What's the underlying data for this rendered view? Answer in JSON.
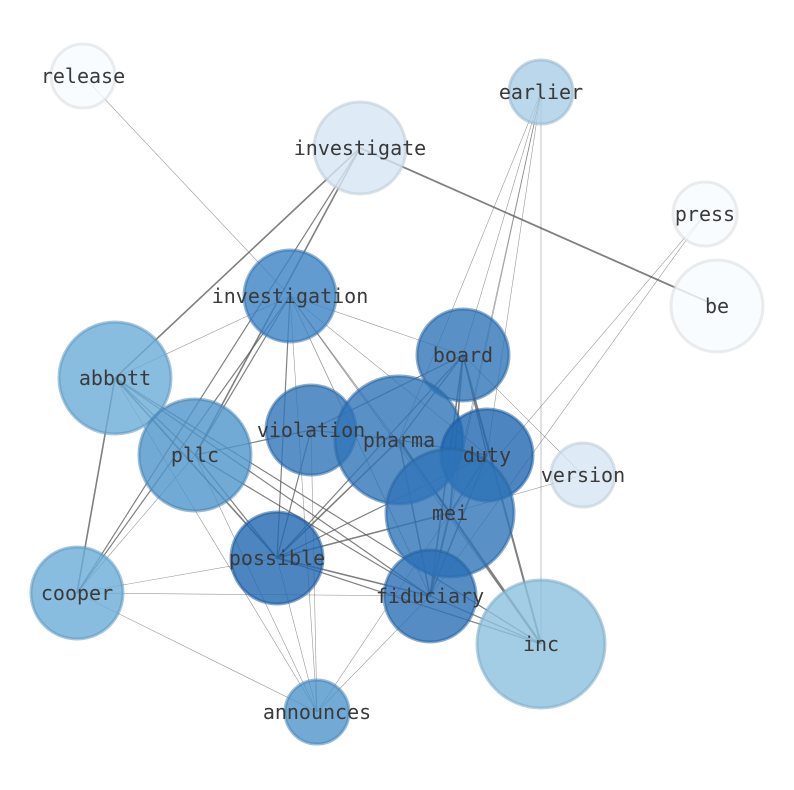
{
  "chart_data": {
    "type": "network",
    "nodes": [
      {
        "id": "release",
        "label": "release",
        "weight": 0.05,
        "color": "#f7fbff"
      },
      {
        "id": "earlier",
        "label": "earlier",
        "weight": 0.15,
        "color": "#a9cde6"
      },
      {
        "id": "investigate",
        "label": "investigate",
        "weight": 0.22,
        "color": "#d6e5f4"
      },
      {
        "id": "press",
        "label": "press",
        "weight": 0.04,
        "color": "#f7fbff"
      },
      {
        "id": "be",
        "label": "be",
        "weight": 0.03,
        "color": "#f7fbff"
      },
      {
        "id": "investigation",
        "label": "investigation",
        "weight": 0.8,
        "color": "#3a82c4"
      },
      {
        "id": "abbott",
        "label": "abbott",
        "weight": 0.5,
        "color": "#6aacd7"
      },
      {
        "id": "board",
        "label": "board",
        "weight": 0.85,
        "color": "#2f74b8"
      },
      {
        "id": "violation",
        "label": "violation",
        "weight": 0.85,
        "color": "#2f74b8"
      },
      {
        "id": "pharma",
        "label": "pharma",
        "weight": 0.9,
        "color": "#2f74b8"
      },
      {
        "id": "pllc",
        "label": "pllc",
        "weight": 0.65,
        "color": "#4e95cb"
      },
      {
        "id": "duty",
        "label": "duty",
        "weight": 0.95,
        "color": "#1f66b0"
      },
      {
        "id": "version",
        "label": "version",
        "weight": 0.18,
        "color": "#d6e5f4"
      },
      {
        "id": "mei",
        "label": "mei",
        "weight": 0.9,
        "color": "#2f74b8"
      },
      {
        "id": "possible",
        "label": "possible",
        "weight": 0.95,
        "color": "#1f66b0"
      },
      {
        "id": "cooper",
        "label": "cooper",
        "weight": 0.5,
        "color": "#6aacd7"
      },
      {
        "id": "fiduciary",
        "label": "fiduciary",
        "weight": 0.92,
        "color": "#2a6fb5"
      },
      {
        "id": "inc",
        "label": "inc",
        "weight": 0.4,
        "color": "#8cc0df"
      },
      {
        "id": "announces",
        "label": "announces",
        "weight": 0.65,
        "color": "#4e95cb"
      }
    ],
    "edges": [
      {
        "source": "release",
        "target": "investigation",
        "weight": 0.6
      },
      {
        "source": "investigate",
        "target": "be",
        "weight": 1.8
      },
      {
        "source": "investigate",
        "target": "abbott",
        "weight": 1.6
      },
      {
        "source": "investigate",
        "target": "pllc",
        "weight": 1.6
      },
      {
        "source": "investigate",
        "target": "cooper",
        "weight": 1.2
      },
      {
        "source": "earlier",
        "target": "board",
        "weight": 0.6
      },
      {
        "source": "earlier",
        "target": "mei",
        "weight": 0.6
      },
      {
        "source": "earlier",
        "target": "fiduciary",
        "weight": 0.6
      },
      {
        "source": "earlier",
        "target": "duty",
        "weight": 0.6
      },
      {
        "source": "earlier",
        "target": "inc",
        "weight": 0.6
      },
      {
        "source": "earlier",
        "target": "pharma",
        "weight": 0.6
      },
      {
        "source": "press",
        "target": "mei",
        "weight": 0.6
      },
      {
        "source": "press",
        "target": "fiduciary",
        "weight": 0.6
      },
      {
        "source": "investigation",
        "target": "abbott",
        "weight": 0.6
      },
      {
        "source": "investigation",
        "target": "board",
        "weight": 0.6
      },
      {
        "source": "investigation",
        "target": "pllc",
        "weight": 1.2
      },
      {
        "source": "investigation",
        "target": "cooper",
        "weight": 1.2
      },
      {
        "source": "investigation",
        "target": "possible",
        "weight": 1.2
      },
      {
        "source": "investigation",
        "target": "fiduciary",
        "weight": 0.8
      },
      {
        "source": "investigation",
        "target": "inc",
        "weight": 0.8
      },
      {
        "source": "investigation",
        "target": "announces",
        "weight": 0.6
      },
      {
        "source": "investigation",
        "target": "mei",
        "weight": 0.8
      },
      {
        "source": "investigation",
        "target": "duty",
        "weight": 0.6
      },
      {
        "source": "abbott",
        "target": "cooper",
        "weight": 1.6
      },
      {
        "source": "abbott",
        "target": "possible",
        "weight": 1.6
      },
      {
        "source": "abbott",
        "target": "fiduciary",
        "weight": 1.2
      },
      {
        "source": "abbott",
        "target": "pllc",
        "weight": 1.2
      },
      {
        "source": "abbott",
        "target": "announces",
        "weight": 0.6
      },
      {
        "source": "abbott",
        "target": "inc",
        "weight": 1.2
      },
      {
        "source": "board",
        "target": "pharma",
        "weight": 1.2
      },
      {
        "source": "board",
        "target": "duty",
        "weight": 1.2
      },
      {
        "source": "board",
        "target": "mei",
        "weight": 1.6
      },
      {
        "source": "board",
        "target": "fiduciary",
        "weight": 1.6
      },
      {
        "source": "board",
        "target": "inc",
        "weight": 2.0
      },
      {
        "source": "board",
        "target": "version",
        "weight": 0.6
      },
      {
        "source": "board",
        "target": "possible",
        "weight": 1.2
      },
      {
        "source": "board",
        "target": "violation",
        "weight": 1.2
      },
      {
        "source": "violation",
        "target": "pharma",
        "weight": 1.2
      },
      {
        "source": "violation",
        "target": "pllc",
        "weight": 1.2
      },
      {
        "source": "violation",
        "target": "possible",
        "weight": 1.2
      },
      {
        "source": "violation",
        "target": "announces",
        "weight": 0.6
      },
      {
        "source": "pharma",
        "target": "duty",
        "weight": 1.2
      },
      {
        "source": "pharma",
        "target": "mei",
        "weight": 1.6
      },
      {
        "source": "pharma",
        "target": "inc",
        "weight": 2.4
      },
      {
        "source": "pharma",
        "target": "possible",
        "weight": 1.6
      },
      {
        "source": "pharma",
        "target": "fiduciary",
        "weight": 1.6
      },
      {
        "source": "duty",
        "target": "mei",
        "weight": 1.6
      },
      {
        "source": "duty",
        "target": "fiduciary",
        "weight": 1.6
      },
      {
        "source": "duty",
        "target": "possible",
        "weight": 1.2
      },
      {
        "source": "mei",
        "target": "version",
        "weight": 0.6
      },
      {
        "source": "mei",
        "target": "fiduciary",
        "weight": 1.6
      },
      {
        "source": "mei",
        "target": "possible",
        "weight": 1.6
      },
      {
        "source": "pllc",
        "target": "possible",
        "weight": 1.2
      },
      {
        "source": "pllc",
        "target": "fiduciary",
        "weight": 1.2
      },
      {
        "source": "pllc",
        "target": "announces",
        "weight": 0.6
      },
      {
        "source": "pllc",
        "target": "cooper",
        "weight": 0.6
      },
      {
        "source": "possible",
        "target": "cooper",
        "weight": 0.6
      },
      {
        "source": "possible",
        "target": "fiduciary",
        "weight": 1.6
      },
      {
        "source": "possible",
        "target": "announces",
        "weight": 0.6
      },
      {
        "source": "possible",
        "target": "inc",
        "weight": 1.2
      },
      {
        "source": "cooper",
        "target": "fiduciary",
        "weight": 0.6
      },
      {
        "source": "cooper",
        "target": "announces",
        "weight": 0.6
      },
      {
        "source": "fiduciary",
        "target": "announces",
        "weight": 0.6
      },
      {
        "source": "fiduciary",
        "target": "inc",
        "weight": 1.2
      },
      {
        "source": "mei",
        "target": "announces",
        "weight": 0.6
      }
    ]
  }
}
